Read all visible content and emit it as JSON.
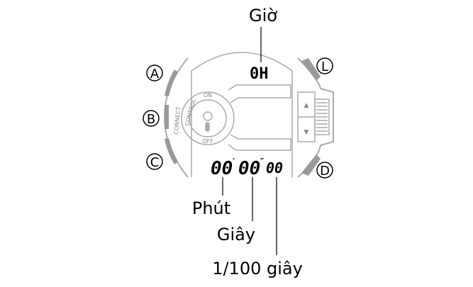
{
  "labels": {
    "hour": "Giờ",
    "minute": "Phút",
    "second": "Giây",
    "hundredth": "1/100 giây"
  },
  "buttons": {
    "a": "A",
    "b": "B",
    "c": "C",
    "d": "D",
    "l": "L"
  },
  "watch": {
    "hour_display": "0H",
    "min_display": "00",
    "sec_display": "00",
    "hundredth_display": "00",
    "minute_mark": "′",
    "second_mark": "″",
    "control_on": "ON",
    "control_off": "OFF",
    "control_label": "CONTROL",
    "connect_label": "CONNECT",
    "crown_up": "▲",
    "crown_down": "▼"
  },
  "colors": {
    "outline": "#aaaaaa",
    "button": "#999999",
    "text": "#000000"
  }
}
